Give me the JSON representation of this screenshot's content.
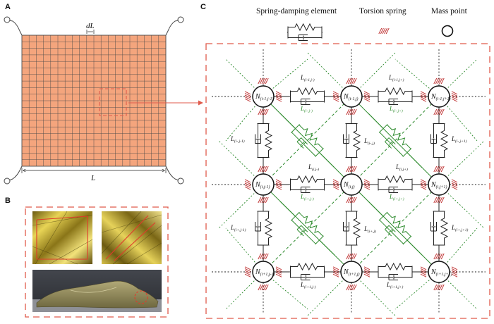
{
  "panels": {
    "a": {
      "letter": "A",
      "cell_label": "dL",
      "length_label": "L",
      "mesh_divisions": 20,
      "fill_color": "#f4a57d",
      "line_color": "#4a4a4a"
    },
    "b": {
      "letter": "B",
      "photos": [
        "folded-foil-top-left",
        "creased-foil-top-right",
        "crumpled-sheet-side-view"
      ]
    },
    "c": {
      "letter": "C"
    }
  },
  "legend": {
    "spring_damping": "Spring-damping element",
    "torsion_spring": "Torsion spring",
    "mass_point": "Mass point"
  },
  "colors": {
    "frame": "#e05a4b",
    "mesh": "#f4a57d",
    "diagonal": "#2e8b2e",
    "torsion": "#c23b3b",
    "element": "#222222"
  },
  "nodes": [
    {
      "id": "n00",
      "main": "N",
      "sub": "(i-1,j-1)"
    },
    {
      "id": "n01",
      "main": "N",
      "sub": "(i-1,j)"
    },
    {
      "id": "n02",
      "main": "N",
      "sub": "(i-1,j+1)"
    },
    {
      "id": "n10",
      "main": "N",
      "sub": "(i,j-1)"
    },
    {
      "id": "n11",
      "main": "N",
      "sub": "(i,j)"
    },
    {
      "id": "n12",
      "main": "N",
      "sub": "(i,j+1)"
    },
    {
      "id": "n20",
      "main": "N",
      "sub": "(i+1,j-1)"
    },
    {
      "id": "n21",
      "main": "N",
      "sub": "(i+1,j)"
    },
    {
      "id": "n22",
      "main": "N",
      "sub": "(i+1,j+1)"
    }
  ],
  "labels": {
    "h_top_left": {
      "main": "L",
      "sub": "(i-1,j-)"
    },
    "h_top_right": {
      "main": "L",
      "sub": "(i-1,j+)"
    },
    "h_mid_left": {
      "main": "L",
      "sub": "(i,j-)"
    },
    "h_mid_right": {
      "main": "L",
      "sub": "(i,j+)"
    },
    "h_bot_left": {
      "main": "L",
      "sub": "(i+1,j-)"
    },
    "h_bot_right": {
      "main": "L",
      "sub": "(i+1,j+)"
    },
    "v_top_left": {
      "main": "L",
      "sub": "(i-,j-1)"
    },
    "v_top_mid": {
      "main": "L",
      "sub": "(i-,j)"
    },
    "v_top_right": {
      "main": "L",
      "sub": "(i-,j+1)"
    },
    "v_bot_left": {
      "main": "L",
      "sub": "(i+,j-1)"
    },
    "v_bot_mid": {
      "main": "L",
      "sub": "(i+,j)"
    },
    "v_bot_right": {
      "main": "L",
      "sub": "(i+,j+1)"
    },
    "d_top_left": {
      "main": "L",
      "sub": "(i-,j-)"
    },
    "d_top_right": {
      "main": "L",
      "sub": "(i-,j+)"
    },
    "d_bot_left": {
      "main": "L",
      "sub": "(i+,j-)"
    },
    "d_bot_right": {
      "main": "L",
      "sub": "(i+,j+)"
    }
  }
}
